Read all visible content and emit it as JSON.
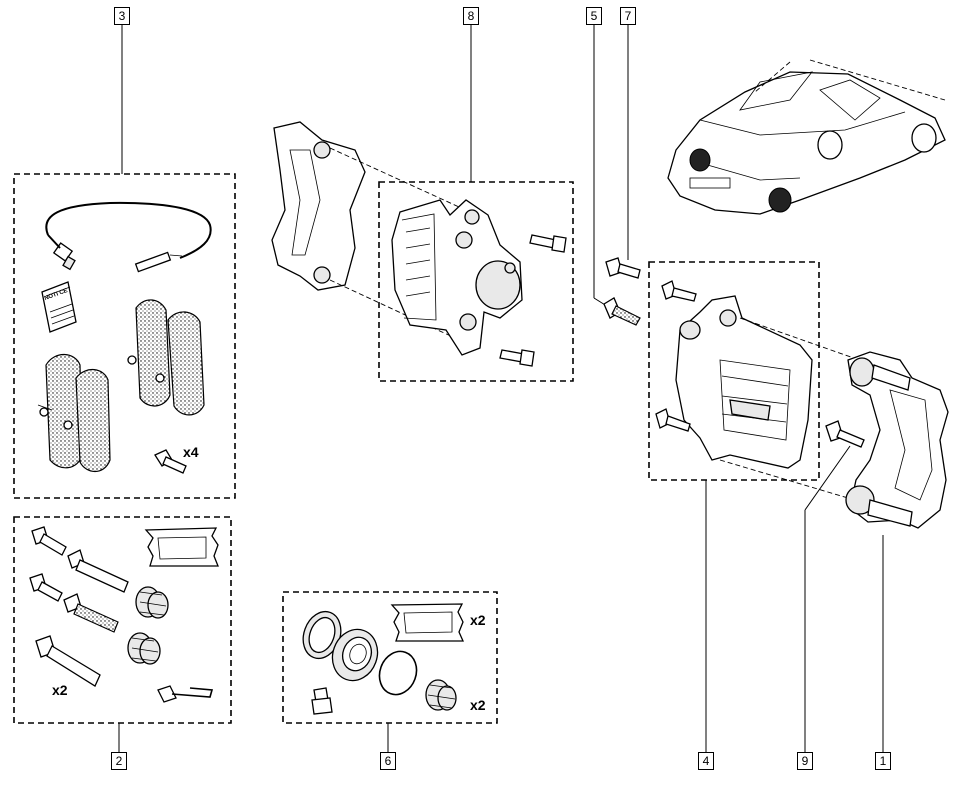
{
  "callouts": {
    "c1": "1",
    "c2": "2",
    "c3": "3",
    "c4": "4",
    "c5": "5",
    "c6": "6",
    "c7": "7",
    "c8": "8",
    "c9": "9"
  },
  "quantities": {
    "kit3_bolts": "x4",
    "kit2_guides": "x2",
    "kit6_grease": "x2",
    "kit6_boot": "x2"
  },
  "booklet_label": "NOTI CE"
}
